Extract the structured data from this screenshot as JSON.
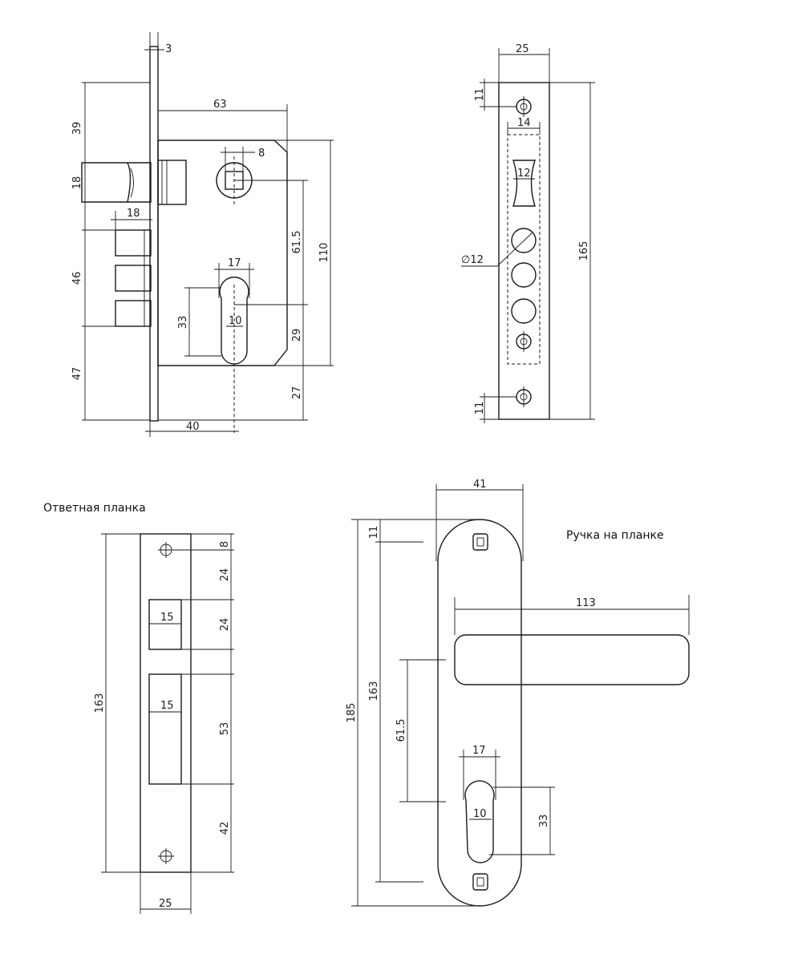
{
  "labels": {
    "strike_plate": "Ответная планка",
    "handle_on_plate": "Ручка на планке"
  },
  "dims": {
    "lock": {
      "d3": "3",
      "d63": "63",
      "d8": "8",
      "d39": "39",
      "d18v": "18",
      "d18h": "18",
      "d46": "46",
      "d47": "47",
      "d61_5": "61.5",
      "d110": "110",
      "d17": "17",
      "d33": "33",
      "d10": "10",
      "d29": "29",
      "d27": "27",
      "d40": "40"
    },
    "faceplate": {
      "d25": "25",
      "d11a": "11",
      "d14": "14",
      "d12": "12",
      "dia12": "∅12",
      "d165": "165",
      "d11b": "11"
    },
    "strike": {
      "d8": "8",
      "d24a": "24",
      "d24b": "24",
      "d15a": "15",
      "d15b": "15",
      "d163": "163",
      "d53": "53",
      "d42": "42",
      "d25": "25"
    },
    "handle": {
      "d41": "41",
      "d11": "11",
      "d113": "113",
      "d185": "185",
      "d163": "163",
      "d61_5": "61.5",
      "d17": "17",
      "d10": "10",
      "d33": "33"
    }
  }
}
